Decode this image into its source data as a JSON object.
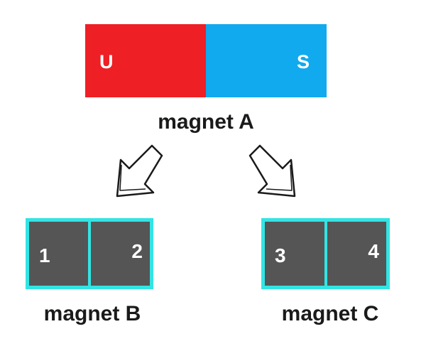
{
  "magnet_a": {
    "label": "magnet A",
    "left_pole": "U",
    "right_pole": "S",
    "left_color": "#ee1f25",
    "right_color": "#11aaef"
  },
  "magnet_b": {
    "label": "magnet B",
    "left_number": "1",
    "right_number": "2"
  },
  "magnet_c": {
    "label": "magnet C",
    "left_number": "3",
    "right_number": "4"
  },
  "colors": {
    "small_magnet_fill": "#555555",
    "small_magnet_border": "#33e4e4",
    "text": "#1a1a1a"
  },
  "icons": {
    "left_arrow": "arrow-down-left-icon",
    "right_arrow": "arrow-down-right-icon"
  }
}
